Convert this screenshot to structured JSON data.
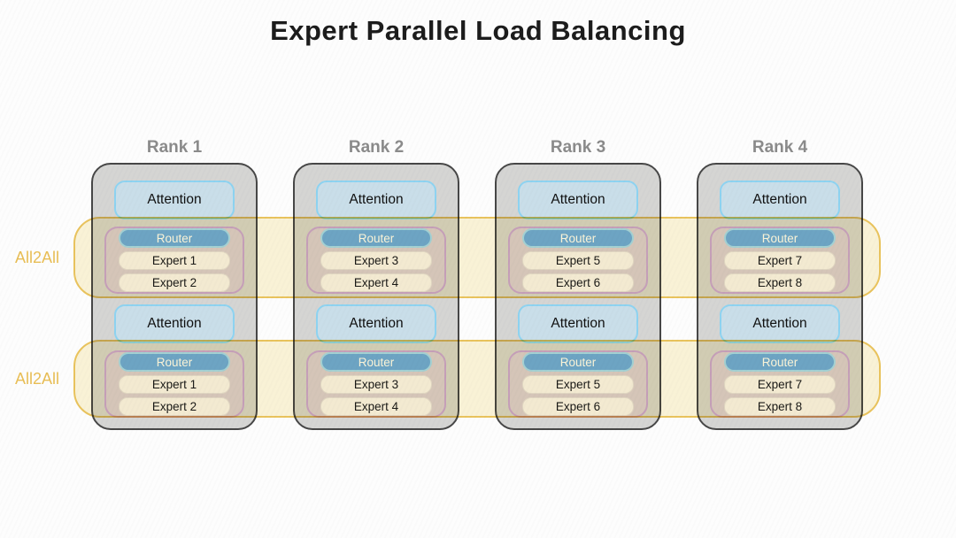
{
  "title": "Expert Parallel Load Balancing",
  "bands": [
    {
      "label": "All2All"
    },
    {
      "label": "All2All"
    }
  ],
  "ranks": [
    {
      "label": "Rank 1",
      "layers": [
        {
          "attention": "Attention",
          "router": "Router",
          "experts": [
            "Expert 1",
            "Expert 2"
          ]
        },
        {
          "attention": "Attention",
          "router": "Router",
          "experts": [
            "Expert 1",
            "Expert 2"
          ]
        }
      ]
    },
    {
      "label": "Rank 2",
      "layers": [
        {
          "attention": "Attention",
          "router": "Router",
          "experts": [
            "Expert 3",
            "Expert 4"
          ]
        },
        {
          "attention": "Attention",
          "router": "Router",
          "experts": [
            "Expert 3",
            "Expert 4"
          ]
        }
      ]
    },
    {
      "label": "Rank 3",
      "layers": [
        {
          "attention": "Attention",
          "router": "Router",
          "experts": [
            "Expert 5",
            "Expert 6"
          ]
        },
        {
          "attention": "Attention",
          "router": "Router",
          "experts": [
            "Expert 5",
            "Expert 6"
          ]
        }
      ]
    },
    {
      "label": "Rank 4",
      "layers": [
        {
          "attention": "Attention",
          "router": "Router",
          "experts": [
            "Expert 7",
            "Expert 8"
          ]
        },
        {
          "attention": "Attention",
          "router": "Router",
          "experts": [
            "Expert 7",
            "Expert 8"
          ]
        }
      ]
    }
  ],
  "colors": {
    "title_text": "#1C1C1C",
    "rank_label_text": "#8B8B8B",
    "column_fill": "#D5D5D3",
    "column_border": "#474747",
    "attention_fill": "#C9DEE9",
    "attention_border": "#8ED3F1",
    "expert_group_fill": "#D9CEDA",
    "expert_group_border": "#C8A6DA",
    "router_fill": "#6FACE6",
    "router_border": "#A6DAF8",
    "router_text": "#FFFFFF",
    "expert_fill": "#F7F5F7",
    "band_fill": "#FBF4D8",
    "band_border": "#EBC55E",
    "all2all_label_text": "#E9BE55"
  }
}
